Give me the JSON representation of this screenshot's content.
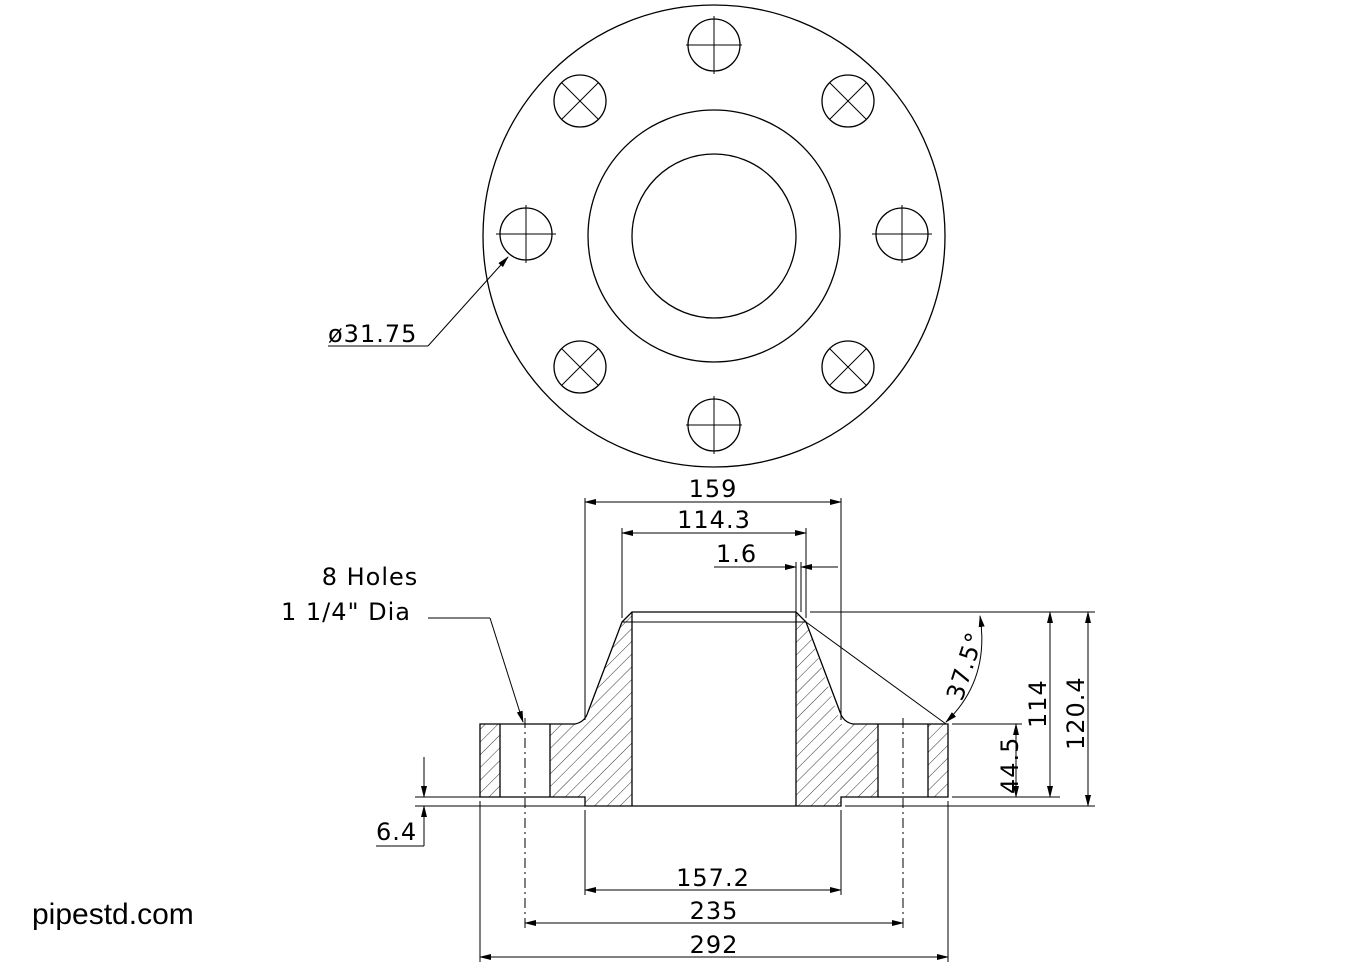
{
  "drawing": {
    "watermark": "pipestd.com",
    "hole_note_line1": "8 Holes",
    "hole_note_line2": "1 1/4\" Dia",
    "bolt_hole_dia": "ø31.75",
    "dims": {
      "hub_dia": "159",
      "pipe_od": "114.3",
      "bore_step": "1.6",
      "angle": "37.5°",
      "height_hub": "114",
      "height_total": "120.4",
      "flange_thickness": "44.5",
      "raised_face": "6.4",
      "raised_face_dia": "157.2",
      "bolt_circle": "235",
      "flange_od": "292"
    }
  }
}
